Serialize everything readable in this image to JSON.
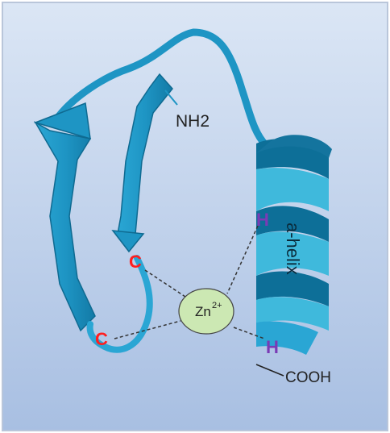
{
  "labels": {
    "n_terminus": "NH2",
    "c_terminus": "COOH",
    "helix": "a-helix",
    "zinc": "Zn",
    "zinc_charge": "2+",
    "cys_upper": "C",
    "cys_lower": "C",
    "his_upper": "H",
    "his_lower": "H"
  },
  "colors": {
    "background_top": "#dbe6f5",
    "background_bottom": "#a8bfe2",
    "ribbon": "#1e95c4",
    "ribbon_dark": "#14749e",
    "helix_front": "#3fb9dc",
    "helix_back": "#0d6f98",
    "zinc_fill": "#cce8b3",
    "cysteine": "#ff1f1f",
    "histidine": "#7a3bb5",
    "text": "#222222",
    "bond": "#333333"
  }
}
